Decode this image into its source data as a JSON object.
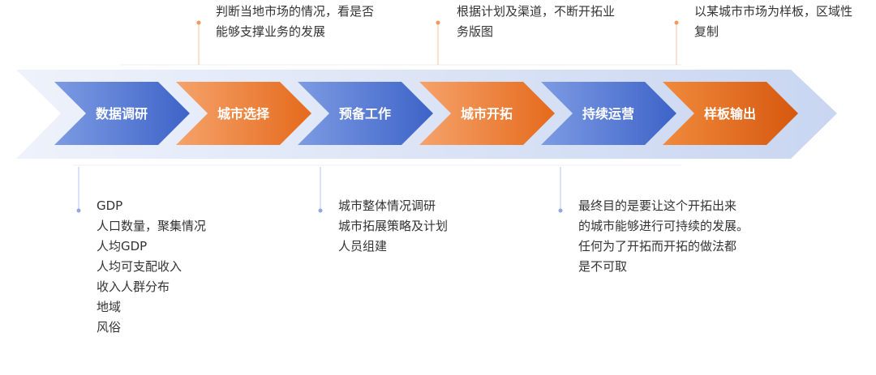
{
  "colors": {
    "blue": "#4a6fd0",
    "orange": "#ee7a2e",
    "band": "#dde5f6",
    "connector": "#e9a877",
    "connector_blue": "#8fa8e0"
  },
  "steps": [
    {
      "label": "数据调研",
      "color": "blue"
    },
    {
      "label": "城市选择",
      "color": "orange"
    },
    {
      "label": "预备工作",
      "color": "blue"
    },
    {
      "label": "城市开拓",
      "color": "orange"
    },
    {
      "label": "持续运营",
      "color": "blue"
    },
    {
      "label": "样板输出",
      "color": "orange"
    }
  ],
  "top_notes": [
    {
      "lines": [
        "判断当地市场的情况，看是否",
        "能够支撑业务的发展"
      ]
    },
    {
      "lines": [
        "根据计划及渠道，不断开拓业",
        "务版图"
      ]
    },
    {
      "lines": [
        "以某城市市场为样板，区域性",
        "复制"
      ]
    }
  ],
  "bottom_notes": [
    {
      "lines": [
        "GDP",
        "人口数量，聚集情况",
        "人均GDP",
        "人均可支配收入",
        "收入人群分布",
        "地域",
        "风俗"
      ]
    },
    {
      "lines": [
        "城市整体情况调研",
        "城市拓展策略及计划",
        "人员组建"
      ]
    },
    {
      "lines": [
        "最终目的是要让这个开拓出来",
        "的城市能够进行可持续的发展。",
        "任何为了开拓而开拓的做法都",
        "是不可取"
      ]
    }
  ]
}
